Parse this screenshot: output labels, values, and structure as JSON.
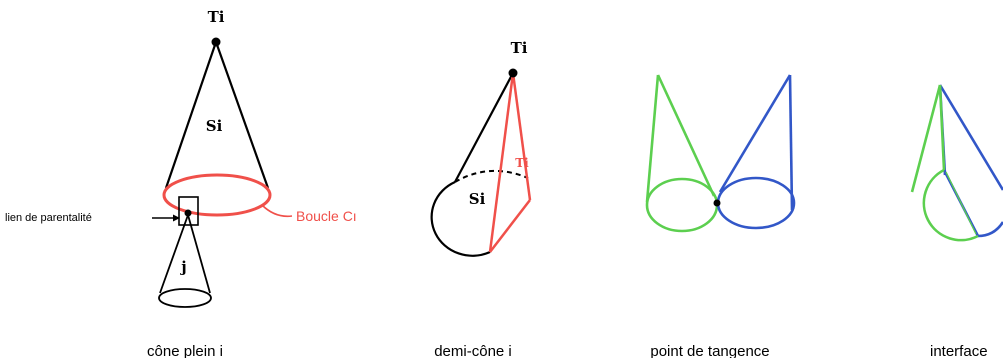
{
  "colors": {
    "black": "#000000",
    "red": "#f0504a",
    "green": "#5ccf4f",
    "blue": "#3257c8"
  },
  "panels": [
    {
      "caption": "cône plein i",
      "apex_label": "Ti",
      "body_label": "Si",
      "child_label": "j",
      "link_label": "lien de parentalité",
      "loop_label": "Boucle Cı"
    },
    {
      "caption": "demi-cône i",
      "apex_label": "Ti",
      "body_label": "Si",
      "triangle_label": "Ti"
    },
    {
      "caption": "point de tangence"
    },
    {
      "caption": "interface"
    }
  ]
}
